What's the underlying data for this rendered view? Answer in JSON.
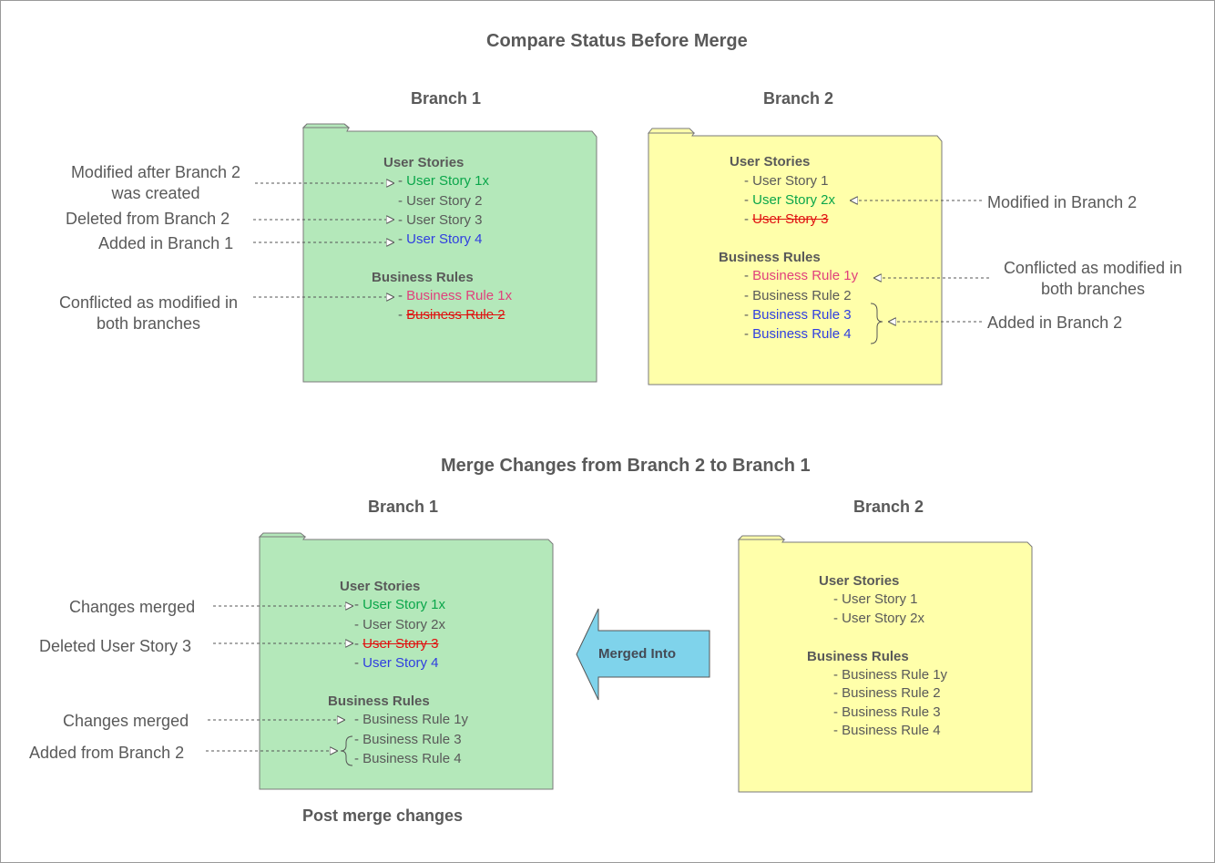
{
  "colors": {
    "green_folder": "#b4e8ba",
    "yellow_folder": "#ffffaa",
    "arrow_fill": "#7fd3eb",
    "modified": "#0aa64a",
    "added": "#2f3ee0",
    "conflict": "#e0407c",
    "deleted": "#e01010"
  },
  "top": {
    "title": "Compare Status Before Merge",
    "branch1": {
      "header": "Branch 1",
      "user_stories_label": "User Stories",
      "user_stories": [
        "- ",
        "User Story 1x",
        "- User Story 2",
        "- User Story 3",
        "- ",
        "User Story 4"
      ],
      "business_rules_label": "Business Rules",
      "business_rules": [
        "- ",
        "Business Rule 1x",
        "- ",
        "Business Rule 2"
      ]
    },
    "branch2": {
      "header": "Branch 2",
      "user_stories_label": "User Stories",
      "user_stories": [
        "- User Story 1",
        "- ",
        "User Story 2x",
        "- ",
        "User Story 3"
      ],
      "business_rules_label": "Business Rules",
      "business_rules": [
        "- ",
        "Business Rule 1y",
        "- Business Rule 2",
        "- ",
        "Business Rule 3",
        "- ",
        "Business Rule 4"
      ]
    },
    "annotations": {
      "modified_after": "Modified after Branch 2\nwas created",
      "deleted_from": "Deleted from Branch 2",
      "added_in_b1": "Added in Branch 1",
      "conflicted_left": "Conflicted as modified in\nboth branches",
      "modified_in_b2": "Modified in Branch 2",
      "conflicted_right": "Conflicted as modified in\nboth branches",
      "added_in_b2": "Added in Branch 2"
    }
  },
  "bottom": {
    "title": "Merge Changes from Branch 2 to Branch 1",
    "branch1": {
      "header": "Branch 1",
      "user_stories_label": "User Stories",
      "user_stories": [
        "- ",
        "User Story 1x",
        "- User Story 2x",
        "- ",
        "User Story 3",
        "- ",
        "User Story 4"
      ],
      "business_rules_label": "Business Rules",
      "business_rules": [
        "- Business Rule 1y",
        "- Business Rule 3",
        "- Business Rule 4"
      ]
    },
    "branch2": {
      "header": "Branch 2",
      "user_stories_label": "User Stories",
      "user_stories": [
        "- User Story 1",
        "- User Story 2x"
      ],
      "business_rules_label": "Business Rules",
      "business_rules": [
        "- Business Rule 1y",
        "- Business Rule 2",
        "- Business Rule 3",
        "- Business Rule 4"
      ]
    },
    "merge_arrow_label": "Merged Into",
    "annotations": {
      "changes_merged_1": "Changes merged",
      "deleted_us3": "Deleted User Story 3",
      "changes_merged_2": "Changes merged",
      "added_from_b2": "Added from Branch 2"
    },
    "caption": "Post merge changes"
  }
}
